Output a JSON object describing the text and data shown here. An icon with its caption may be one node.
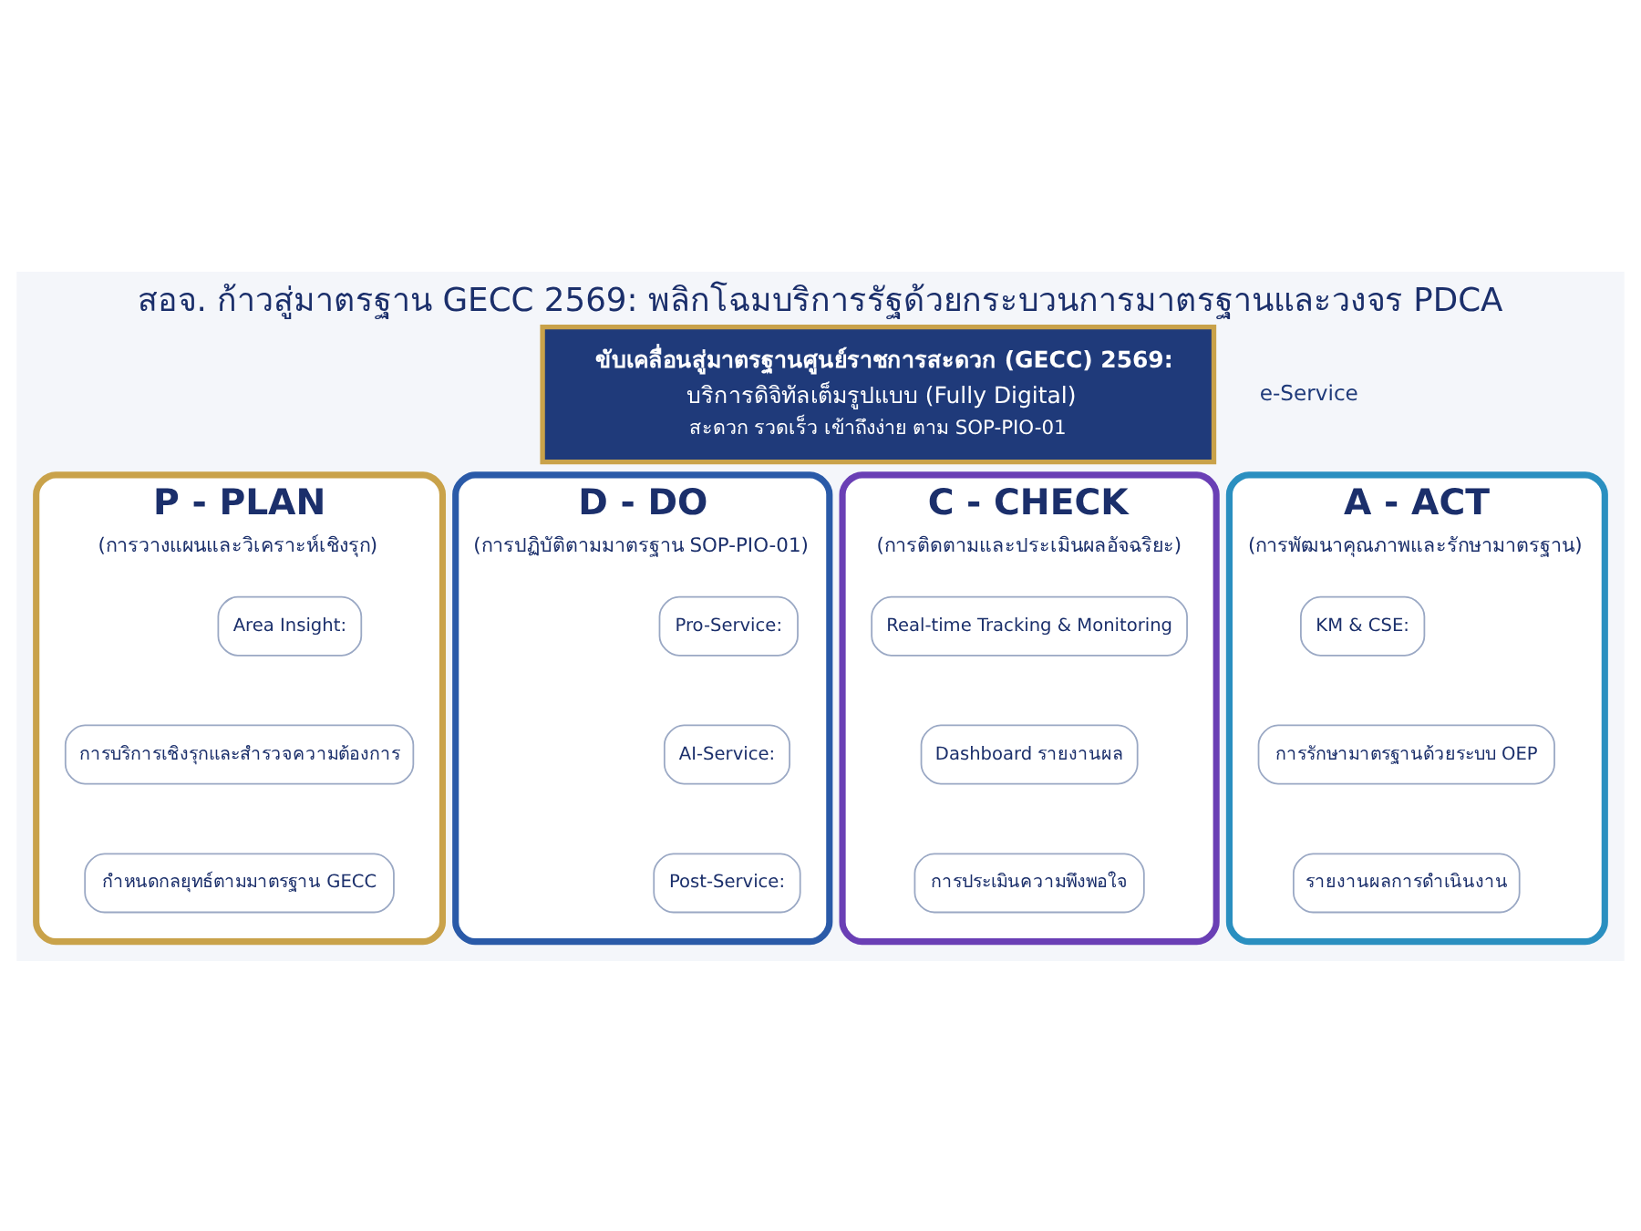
{
  "diagram": {
    "title": "สอจ. ก้าวสู่มาตรฐาน GECC 2569: พลิกโฉมบริการรัฐด้วยกระบวนการมาตรฐานและวงจร PDCA",
    "nodes": [
      {
        "text": [
          "ขับเคลื่อนสู่มาตรฐานศูนย์ราชการสะดวก (GECC) 2569:",
          "บริการดิจิทัลเต็มรูปแบบ (Fully Digital)",
          "สะดวก รวดเร็ว เข้าถึงง่าย ตาม SOP-PIO-01"
        ]
      },
      {
        "text": [
          "P - PLAN",
          "(การวางแผนและวิเคราะห์เชิงรุก)"
        ]
      },
      {
        "text": [
          "Area Insight:"
        ],
        "in": 1
      },
      {
        "text": [
          "การบริการเชิงรุกและสำรวจความต้องการ"
        ],
        "in": 1
      },
      {
        "text": [
          "กำหนดกลยุทธ์ตามมาตรฐาน GECC"
        ],
        "in": 1
      },
      {
        "text": [
          "D - DO",
          "(การปฏิบัติตามมาตรฐาน SOP-PIO-01)"
        ]
      },
      {
        "text": [
          "Pro-Service:"
        ],
        "in": 5
      },
      {
        "text": [
          "AI-Service:"
        ],
        "in": 5
      },
      {
        "text": [
          "Post-Service:"
        ],
        "in": 5
      },
      {
        "text": [
          "C - CHECK",
          "(การติดตามและประเมินผลอัจฉริยะ)"
        ]
      },
      {
        "text": [
          "Real-time Tracking & Monitoring"
        ],
        "in": 9
      },
      {
        "text": [
          "Dashboard รายงานผล"
        ],
        "in": 9
      },
      {
        "text": [
          "การประเมินความพึงพอใจ"
        ],
        "in": 9
      },
      {
        "text": [
          "A - ACT",
          "(การพัฒนาคุณภาพและรักษามาตรฐาน)"
        ]
      },
      {
        "text": [
          "KM & CSE:"
        ],
        "in": 13
      },
      {
        "text": [
          "การรักษามาตรฐานด้วยระบบ OEP"
        ],
        "in": 13
      },
      {
        "text": [
          "รายงานผลการดำเนินงาน"
        ],
        "in": 13
      }
    ],
    "edges": [],
    "labels": [
      "e-Service"
    ]
  }
}
